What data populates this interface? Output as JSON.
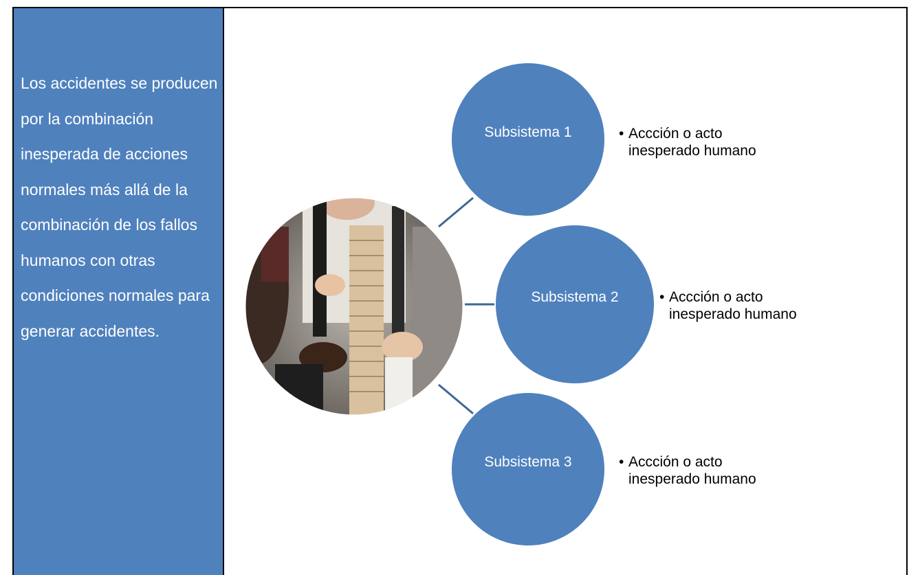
{
  "left_panel": {
    "text": "Los accidentes se producen por la combinación inesperada de acciones normales más allá de la combinación de los fallos humanos con otras condiciones normales para generar accidentes."
  },
  "subsystems": [
    {
      "label": "Subsistema 1",
      "bullet_line1": "Accción o acto",
      "bullet_line2": "inesperado humano"
    },
    {
      "label": "Subsistema 2",
      "bullet_line1": "Accción o acto",
      "bullet_line2": "inesperado humano"
    },
    {
      "label": "Subsistema 3",
      "bullet_line1": "Accción o acto",
      "bullet_line2": "inesperado humano"
    }
  ],
  "photo": {
    "icon": "jenga-tower-photo"
  },
  "colors": {
    "panel": "#4f81bd",
    "circle": "#4f81bd",
    "connector": "#3e6790"
  }
}
